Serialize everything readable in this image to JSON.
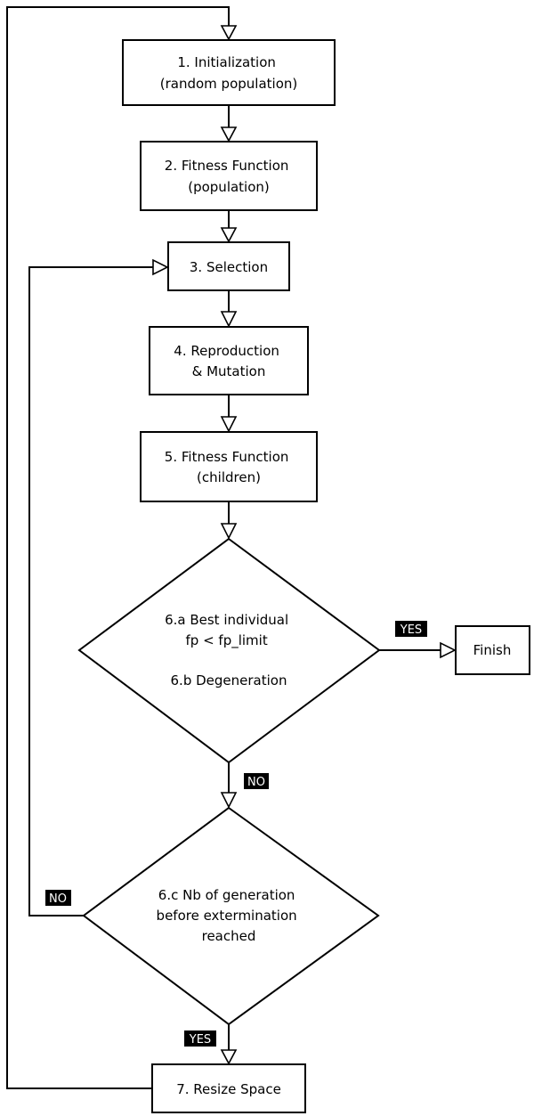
{
  "nodes": {
    "init": {
      "lines": [
        "1. Initialization",
        "(random population)"
      ]
    },
    "fitness_pop": {
      "lines": [
        "2. Fitness Function",
        "(population)"
      ]
    },
    "selection": {
      "lines": [
        "3. Selection"
      ]
    },
    "reproduction": {
      "lines": [
        "4. Reproduction",
        "& Mutation"
      ]
    },
    "fitness_children": {
      "lines": [
        "5. Fitness Function",
        "(children)"
      ]
    },
    "decision_a": {
      "lines": [
        "6.a Best individual",
        "fp < fp_limit",
        "",
        "6.b Degeneration"
      ]
    },
    "finish": {
      "lines": [
        "Finish"
      ]
    },
    "decision_c": {
      "lines": [
        "6.c Nb of generation",
        "before extermination",
        "reached"
      ]
    },
    "resize": {
      "lines": [
        "7. Resize Space"
      ]
    }
  },
  "edge_labels": {
    "a_yes": "YES",
    "a_no": "NO",
    "c_no": "NO",
    "c_yes": "YES"
  },
  "colors": {
    "stroke": "#000000",
    "background": "#ffffff",
    "label_background": "#000000",
    "label_text": "#ffffff"
  }
}
